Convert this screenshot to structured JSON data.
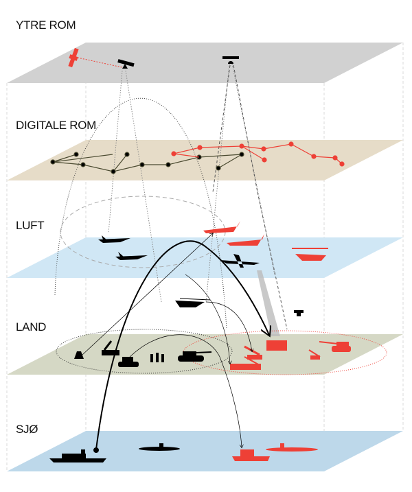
{
  "layers": [
    {
      "label": "YTRE ROM",
      "color": "#d1d1d1"
    },
    {
      "label": "DIGITALE ROM",
      "color": "#e6dcc8"
    },
    {
      "label": "LUFT",
      "color": "#d0e7f5"
    },
    {
      "label": "LAND",
      "color": "#d5d8c5"
    },
    {
      "label": "SJØ",
      "color": "#bdd8ea"
    }
  ],
  "colors": {
    "friendly": "#000000",
    "hostile": "#ee4036",
    "link": "#333333"
  }
}
